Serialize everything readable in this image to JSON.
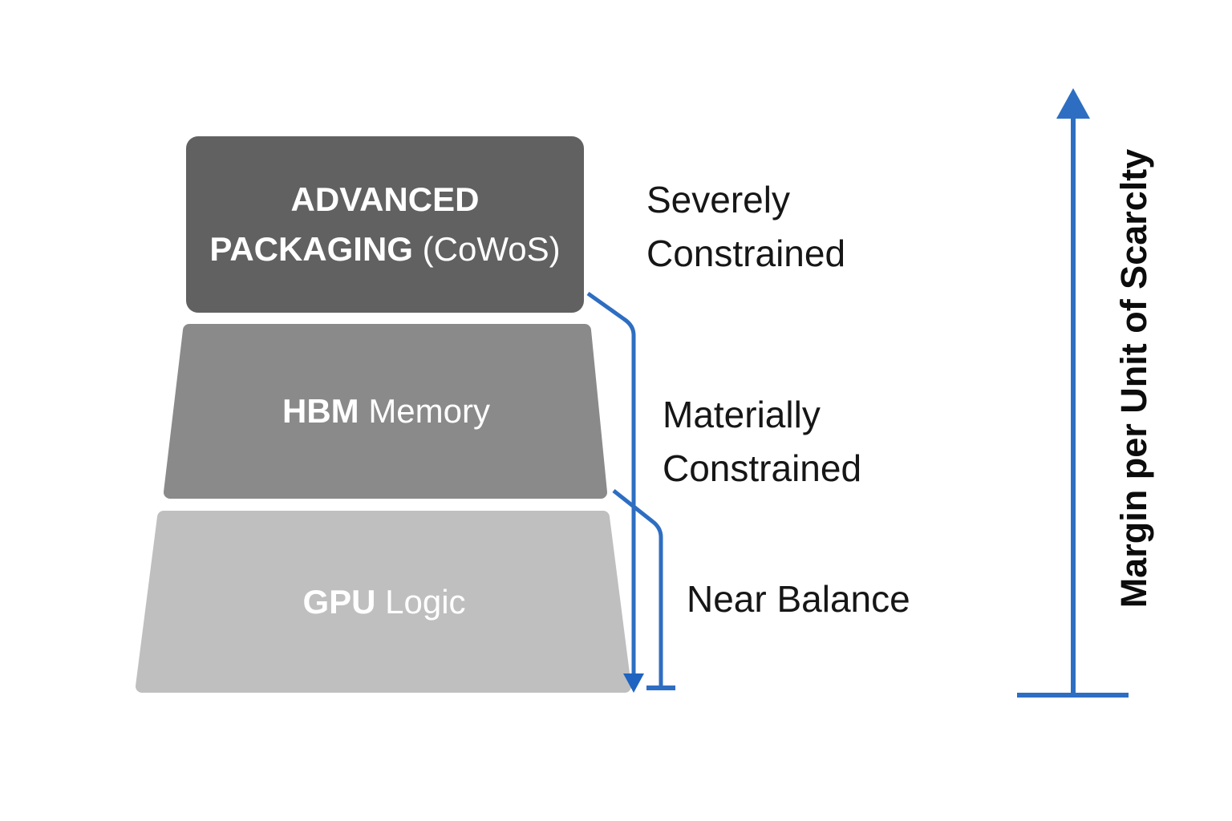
{
  "colors": {
    "background": "#ffffff",
    "accent_blue": "#2e6ec2",
    "arrowhead_blue": "#1f64c0",
    "block_top_fill": "#616161",
    "block_mid_fill": "#8a8a8a",
    "block_bottom_fill": "#bfbfbf",
    "block_text": "#ffffff",
    "label_text": "#161616"
  },
  "pyramid": {
    "levels": [
      {
        "id": "advanced-packaging",
        "line1_bold": "ADVANCED",
        "line2_bold": "PACKAGING",
        "line2_regular": "(CoWoS)",
        "fill": "#616161",
        "status": "Severely Constrained"
      },
      {
        "id": "hbm-memory",
        "label_bold": "HBM",
        "label_regular": "Memory",
        "fill": "#8a8a8a",
        "status": "Materially Constrained"
      },
      {
        "id": "gpu-logic",
        "label_bold": "GPU",
        "label_regular": "Logic",
        "fill": "#bfbfbf",
        "status": "Near Balance"
      }
    ]
  },
  "status_labels": [
    {
      "lines": [
        "Severely",
        "Constrained"
      ]
    },
    {
      "lines": [
        "Materially",
        "Constrained"
      ]
    },
    {
      "lines": [
        "Near Balance"
      ]
    }
  ],
  "axis": {
    "label": "Margin per Unit of Scarclty"
  }
}
